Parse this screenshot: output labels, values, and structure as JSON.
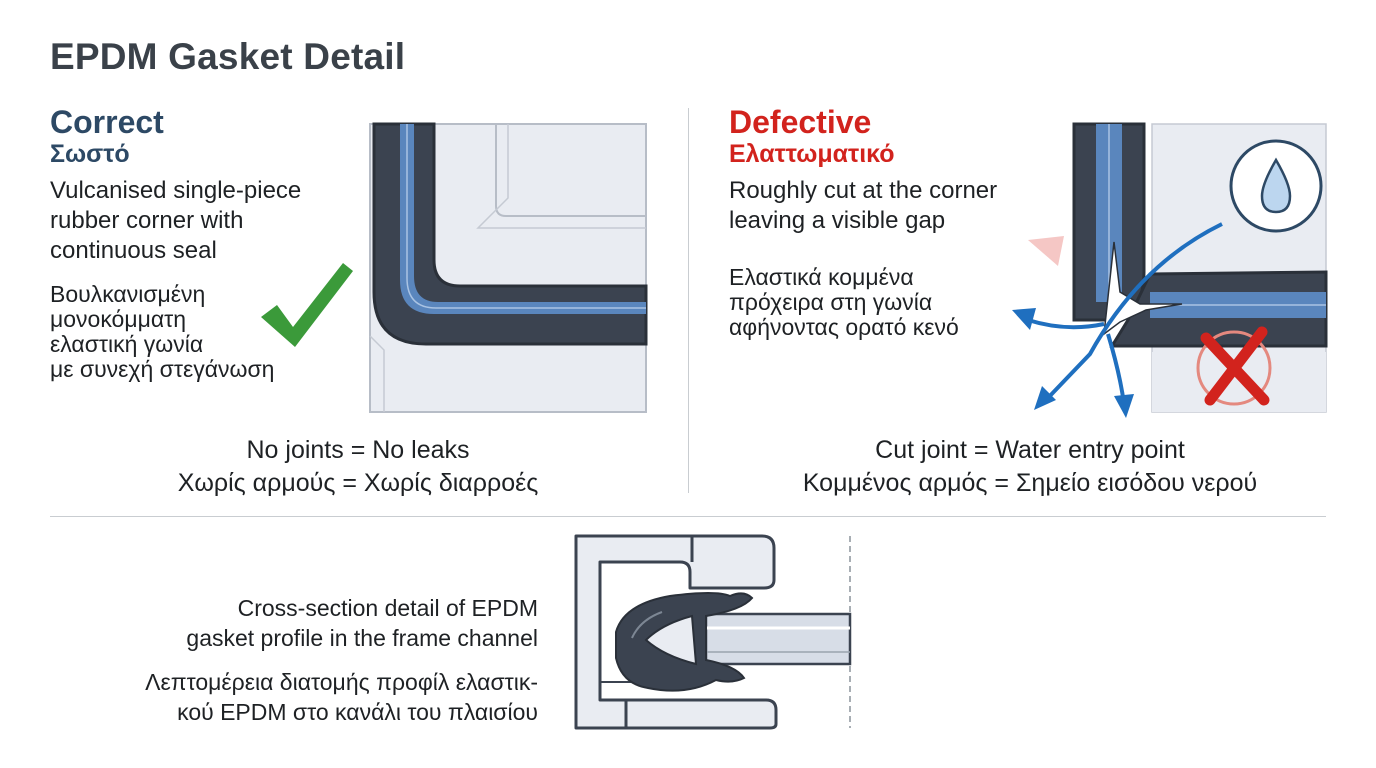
{
  "title": "EPDM Gasket Detail",
  "correct": {
    "heading_en": "Correct",
    "heading_gr": "Σωστό",
    "text_en": "Vulcanised single-piece\nrubber corner with\ncontinuous seal",
    "text_gr": "Βουλκανισμένη\nμονοκόμματη\nελαστική γωνία\nμε συνεχή στεγάνωση",
    "caption": "No joints = No leaks\nΧωρίς αρμούς = Χωρίς διαρροές"
  },
  "defective": {
    "heading_en": "Defective",
    "heading_gr": "Ελαττωματικό",
    "text_en": "Roughly cut at the corner\nleaving a visible gap",
    "text_gr": "Ελαστικά κομμένα\nπρόχειρα στη γωνία\nαφήνοντας ορατό κενό",
    "caption": "Cut joint = Water entry point\nΚομμένος αρμός = Σημείο εισόδου νερού"
  },
  "cross_section": {
    "text_en": "Cross-section detail of EPDM\ngasket profile in the frame channel",
    "text_gr": "Λεπτομέρεια διατομής προφίλ ελαστικ-\nκού EPDM στο κανάλι του πλαισίου"
  },
  "colors": {
    "correct_heading": "#2d4965",
    "defective_heading": "#d2231d",
    "gasket": "#3b4350",
    "seal_channel": "#5a86bd",
    "frame_fill": "#e9ecf2",
    "check": "#3b9a3a",
    "water_arrow": "#1f6fbf"
  },
  "icons": [
    "check-mark-icon",
    "water-drop-icon",
    "x-mark-icon"
  ]
}
